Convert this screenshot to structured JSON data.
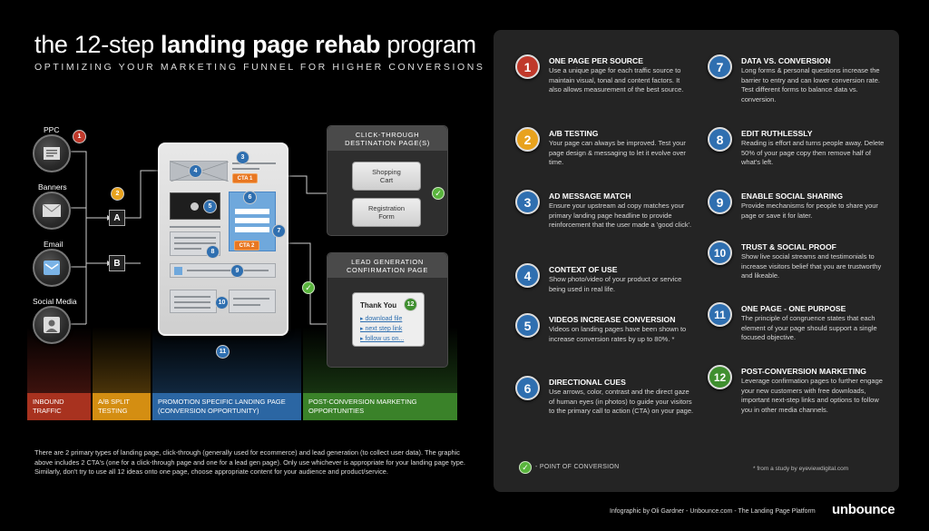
{
  "header": {
    "title_pre": "the 12-step",
    "title_bold": "landing page rehab",
    "title_post": "program",
    "subtitle": "OPTIMIZING YOUR MARKETING FUNNEL FOR HIGHER CONVERSIONS"
  },
  "sources": [
    {
      "label": "PPC",
      "icon": "document-icon"
    },
    {
      "label": "Banners",
      "icon": "envelope-icon"
    },
    {
      "label": "Email",
      "icon": "email-icon"
    },
    {
      "label": "Social Media",
      "icon": "person-icon"
    }
  ],
  "ab": {
    "a": "A",
    "b": "B"
  },
  "ctas": {
    "cta1": "CTA 1",
    "cta2": "CTA 2"
  },
  "columns": [
    {
      "label": "INBOUND TRAFFIC",
      "color": "#c0392b"
    },
    {
      "label": "A/B SPLIT TESTING",
      "color": "#e8a21d"
    },
    {
      "label": "PROMOTION SPECIFIC LANDING PAGE (CONVERSION OPPORTUNITY)",
      "color": "#2f6fb0"
    },
    {
      "label": "POST-CONVERSION MARKETING OPPORTUNITIES",
      "color": "#3f8f2f"
    }
  ],
  "destination": {
    "title": "CLICK-THROUGH DESTINATION PAGE(S)",
    "shopping": "Shopping Cart",
    "registration": "Registration Form"
  },
  "lead": {
    "title": "LEAD GENERATION CONFIRMATION PAGE",
    "thank_you": "Thank You",
    "links": [
      "download file",
      "next step link",
      "follow us on..."
    ]
  },
  "diagram_badges": [
    "1",
    "2",
    "3",
    "4",
    "5",
    "6",
    "7",
    "8",
    "9",
    "10",
    "11",
    "12"
  ],
  "footer_text": "There are 2 primary types of landing page, click-through (generally used for ecommerce) and lead generation (to collect user data). The graphic above includes 2 CTA's (one for a click-through page and one for a lead gen page). Only use whichever is appropriate for your landing page type. Similarly, don't try to use all 12 ideas onto one page, choose appropriate content for your audience and product/service.",
  "steps": [
    {
      "n": "1",
      "color": "#c0392b",
      "title": "ONE PAGE PER SOURCE",
      "body": "Use a unique page for each traffic source to maintain visual, tonal and content factors. It also allows measurement of the best source."
    },
    {
      "n": "2",
      "color": "#e8a21d",
      "title": "A/B TESTING",
      "body": "Your page can always be improved. Test your page design & messaging to let it evolve over time."
    },
    {
      "n": "3",
      "color": "#2f6fb0",
      "title": "AD MESSAGE MATCH",
      "body": "Ensure your upstream ad copy matches your primary landing page headline to provide reinforcement that the user made a 'good click'."
    },
    {
      "n": "4",
      "color": "#2f6fb0",
      "title": "CONTEXT OF USE",
      "body": "Show photo/video of your product or service being used in real life."
    },
    {
      "n": "5",
      "color": "#2f6fb0",
      "title": "VIDEOS INCREASE CONVERSION",
      "body": "Videos on landing pages have been shown to increase conversion rates by up to 80%. *"
    },
    {
      "n": "6",
      "color": "#2f6fb0",
      "title": "DIRECTIONAL CUES",
      "body": "Use arrows, color, contrast and the direct gaze of human eyes (in photos) to guide your visitors to the primary call to action (CTA) on your page."
    },
    {
      "n": "7",
      "color": "#2f6fb0",
      "title": "DATA vs. CONVERSION",
      "body": "Long forms & personal questions increase the barrier to entry and can lower conversion rate. Test different forms to balance data vs. conversion."
    },
    {
      "n": "8",
      "color": "#2f6fb0",
      "title": "EDIT RUTHLESSLY",
      "body": "Reading is effort and turns people away. Delete 50% of your page copy then remove half of what's left."
    },
    {
      "n": "9",
      "color": "#2f6fb0",
      "title": "ENABLE SOCIAL SHARING",
      "body": "Provide mechanisms for people to share your page or save it for later."
    },
    {
      "n": "10",
      "color": "#2f6fb0",
      "title": "TRUST & SOCIAL PROOF",
      "body": "Show live social streams and testimonials to increase visitors belief that you are trustworthy and likeable."
    },
    {
      "n": "11",
      "color": "#2f6fb0",
      "title": "ONE PAGE - ONE PURPOSE",
      "body": "The principle of congruence states that each element of your page should support a single focused objective."
    },
    {
      "n": "12",
      "color": "#3f8f2f",
      "title": "POST-CONVERSION MARKETING",
      "body": "Leverage confirmation pages to further engage your new customers with free downloads, important next-step links and options to follow you in other media channels."
    }
  ],
  "legend": {
    "point_of_conversion": "- POINT OF CONVERSION"
  },
  "footnote": "* from a study by eyeviewdigital.com",
  "credit": "Infographic by Oli Gardner - Unbounce.com - The Landing Page Platform",
  "brand": "unbounce"
}
